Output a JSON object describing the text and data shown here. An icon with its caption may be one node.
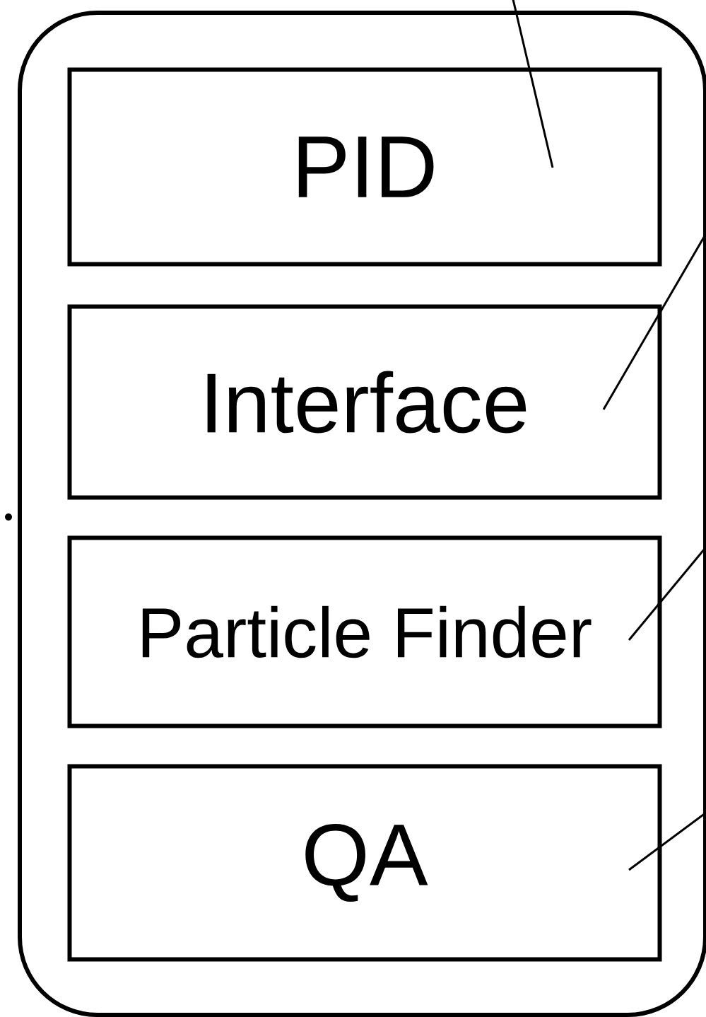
{
  "diagram": {
    "nodes": [
      {
        "text": [],
        "shape": "box"
      },
      {
        "text": [
          "PID"
        ],
        "in": 0
      },
      {
        "text": [
          "Interface"
        ],
        "in": 0
      },
      {
        "text": [
          "Particle Finder"
        ],
        "in": 0
      },
      {
        "text": [
          "QA"
        ],
        "in": 0
      }
    ],
    "edges": [
      {
        "from": null,
        "to": 1,
        "arrow": "none"
      },
      {
        "from": null,
        "to": 2,
        "arrow": "none"
      },
      {
        "from": null,
        "to": 3,
        "arrow": "none"
      },
      {
        "from": null,
        "to": 4,
        "arrow": "none"
      }
    ]
  }
}
